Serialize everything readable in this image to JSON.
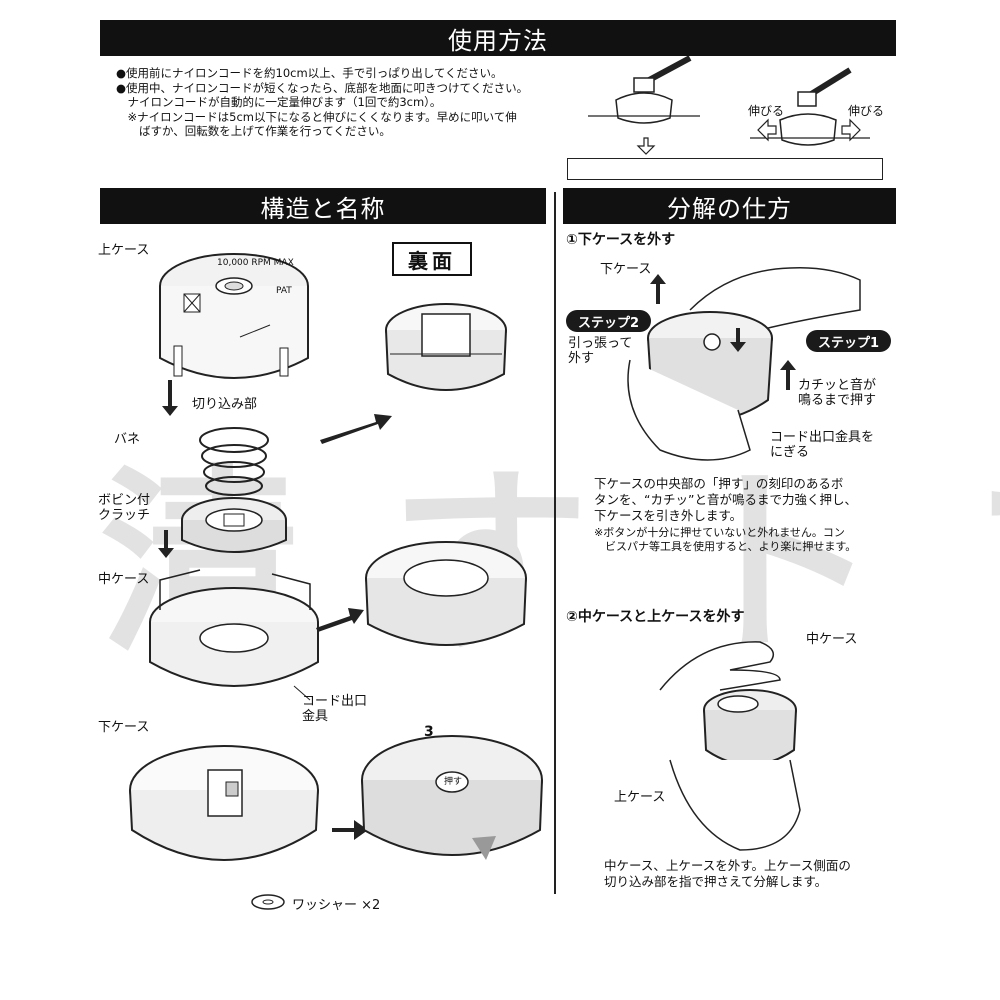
{
  "headers": {
    "usage": "使用方法",
    "structure": "構造と名称",
    "disassembly": "分解の仕方"
  },
  "usage": {
    "lines": [
      "●使用前にナイロンコードを約10cm以上、手で引っぱり出してください。",
      "●使用中、ナイロンコードが短くなったら、底部を地面に叩きつけてください。",
      "　ナイロンコードが自動的に一定量伸びます（1回で約3cm）。",
      "　※ナイロンコードは5cm以下になると伸びにくくなります。早めに叩いて伸",
      "　　ばすか、回転数を上げて作業を行ってください。"
    ],
    "extend_left": "伸びる",
    "extend_right": "伸びる"
  },
  "structure": {
    "upper_case": "上ケース",
    "notch": "切り込み部",
    "spring": "バネ",
    "bobbin_line1": "ボビン付",
    "bobbin_line2": "クラッチ",
    "middle_case": "中ケース",
    "cord_outlet_line1": "コード出口",
    "cord_outlet_line2": "金具",
    "lower_case": "下ケース",
    "back_side": "裏面",
    "washer": "ワッシャー ×2",
    "rpm_text": "10,000 RPM MAX",
    "pat_text": "PAT",
    "number_3": "3",
    "push_text": "押す"
  },
  "disassembly": {
    "step1_title": "①下ケースを外す",
    "lower_case": "下ケース",
    "step2_badge": "ステップ2",
    "step1_badge": "ステップ1",
    "pull_line1": "引っ張って",
    "pull_line2": "外す",
    "click_line1": "カチッと音が",
    "click_line2": "鳴るまで押す",
    "grip_line1": "コード出口金具を",
    "grip_line2": "にぎる",
    "para1": [
      "下ケースの中央部の「押す」の刻印のあるボ",
      "タンを、“カチッ”と音が鳴るまで力強く押し、",
      "下ケースを引き外します。"
    ],
    "note1": [
      "※ボタンが十分に押せていないと外れません。コン",
      "　ビスパナ等工具を使用すると、より楽に押せます。"
    ],
    "step2_title": "②中ケースと上ケースを外す",
    "middle_case": "中ケース",
    "upper_case": "上ケース",
    "para2": [
      "中ケース、上ケースを外す。上ケース側面の",
      "切り込み部を指で押さえて分解します。"
    ]
  },
  "watermark": "清 す ト プ"
}
